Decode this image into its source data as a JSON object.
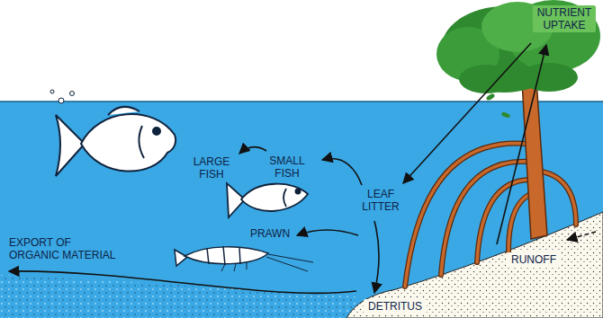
{
  "diagram": {
    "labels": [
      "NUTRIENT UPTAKE",
      "LARGE FISH",
      "SMALL FISH",
      "LEAF LITTER",
      "PRAWN",
      "EXPORT OF ORGANIC MATERIAL",
      "RUNOFF",
      "DETRITUS"
    ]
  }
}
